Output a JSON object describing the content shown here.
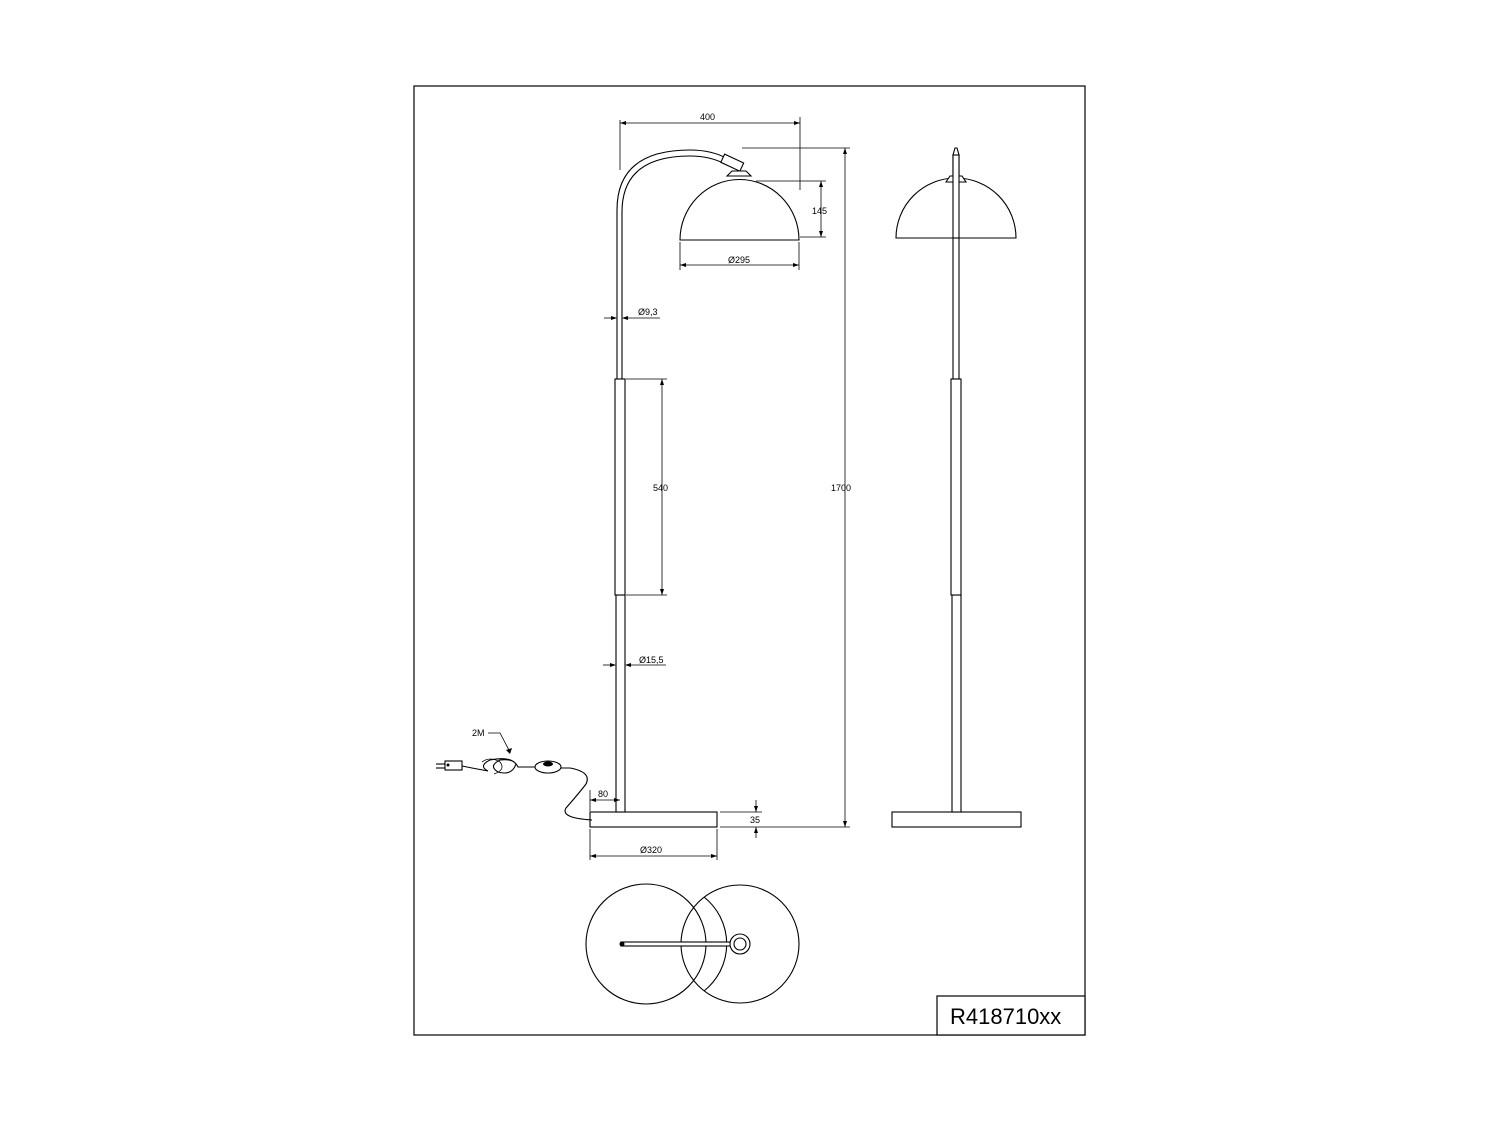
{
  "drawing": {
    "product_code": "R418710xx",
    "dimensions": {
      "arm_reach": "400",
      "total_height": "1700",
      "shade_height": "145",
      "shade_diameter": "Ø295",
      "upper_tube_diameter": "Ø9,3",
      "telescopic_range": "540",
      "lower_tube_diameter": "Ø15,5",
      "base_offset": "80",
      "base_height": "35",
      "base_diameter": "Ø320",
      "cable_length": "2M"
    }
  }
}
